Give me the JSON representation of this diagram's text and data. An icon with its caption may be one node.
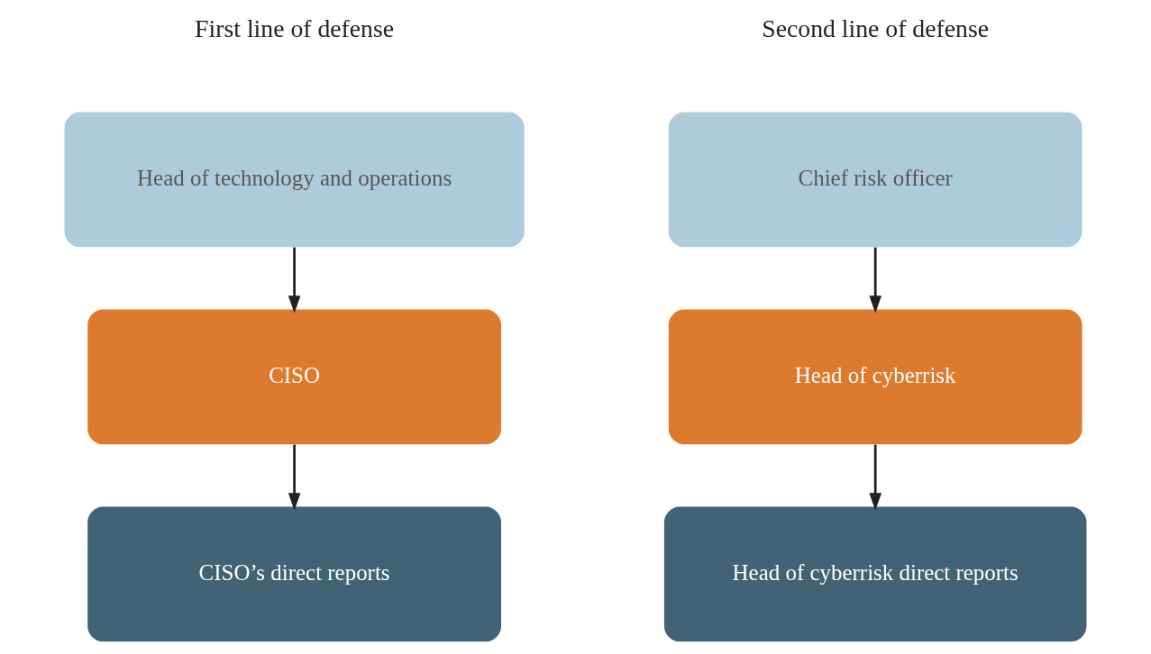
{
  "diagram": {
    "nodes": [
      {
        "text": [
          "Head of technology and operations"
        ]
      },
      {
        "text": [
          "CISO"
        ]
      },
      {
        "text": [
          "CISO’s direct reports"
        ]
      },
      {
        "text": [
          "Chief risk officer"
        ]
      },
      {
        "text": [
          "Head of cyberrisk"
        ]
      },
      {
        "text": [
          "Head of cyberrisk direct reports"
        ]
      }
    ],
    "edges": [
      {
        "from": 0,
        "to": 1,
        "arrow": "to"
      },
      {
        "from": 1,
        "to": 2,
        "arrow": "to"
      },
      {
        "from": 3,
        "to": 4,
        "arrow": "to"
      },
      {
        "from": 4,
        "to": 5,
        "arrow": "to"
      }
    ],
    "labels": [
      "First line of defense",
      "Second line of defense"
    ]
  }
}
